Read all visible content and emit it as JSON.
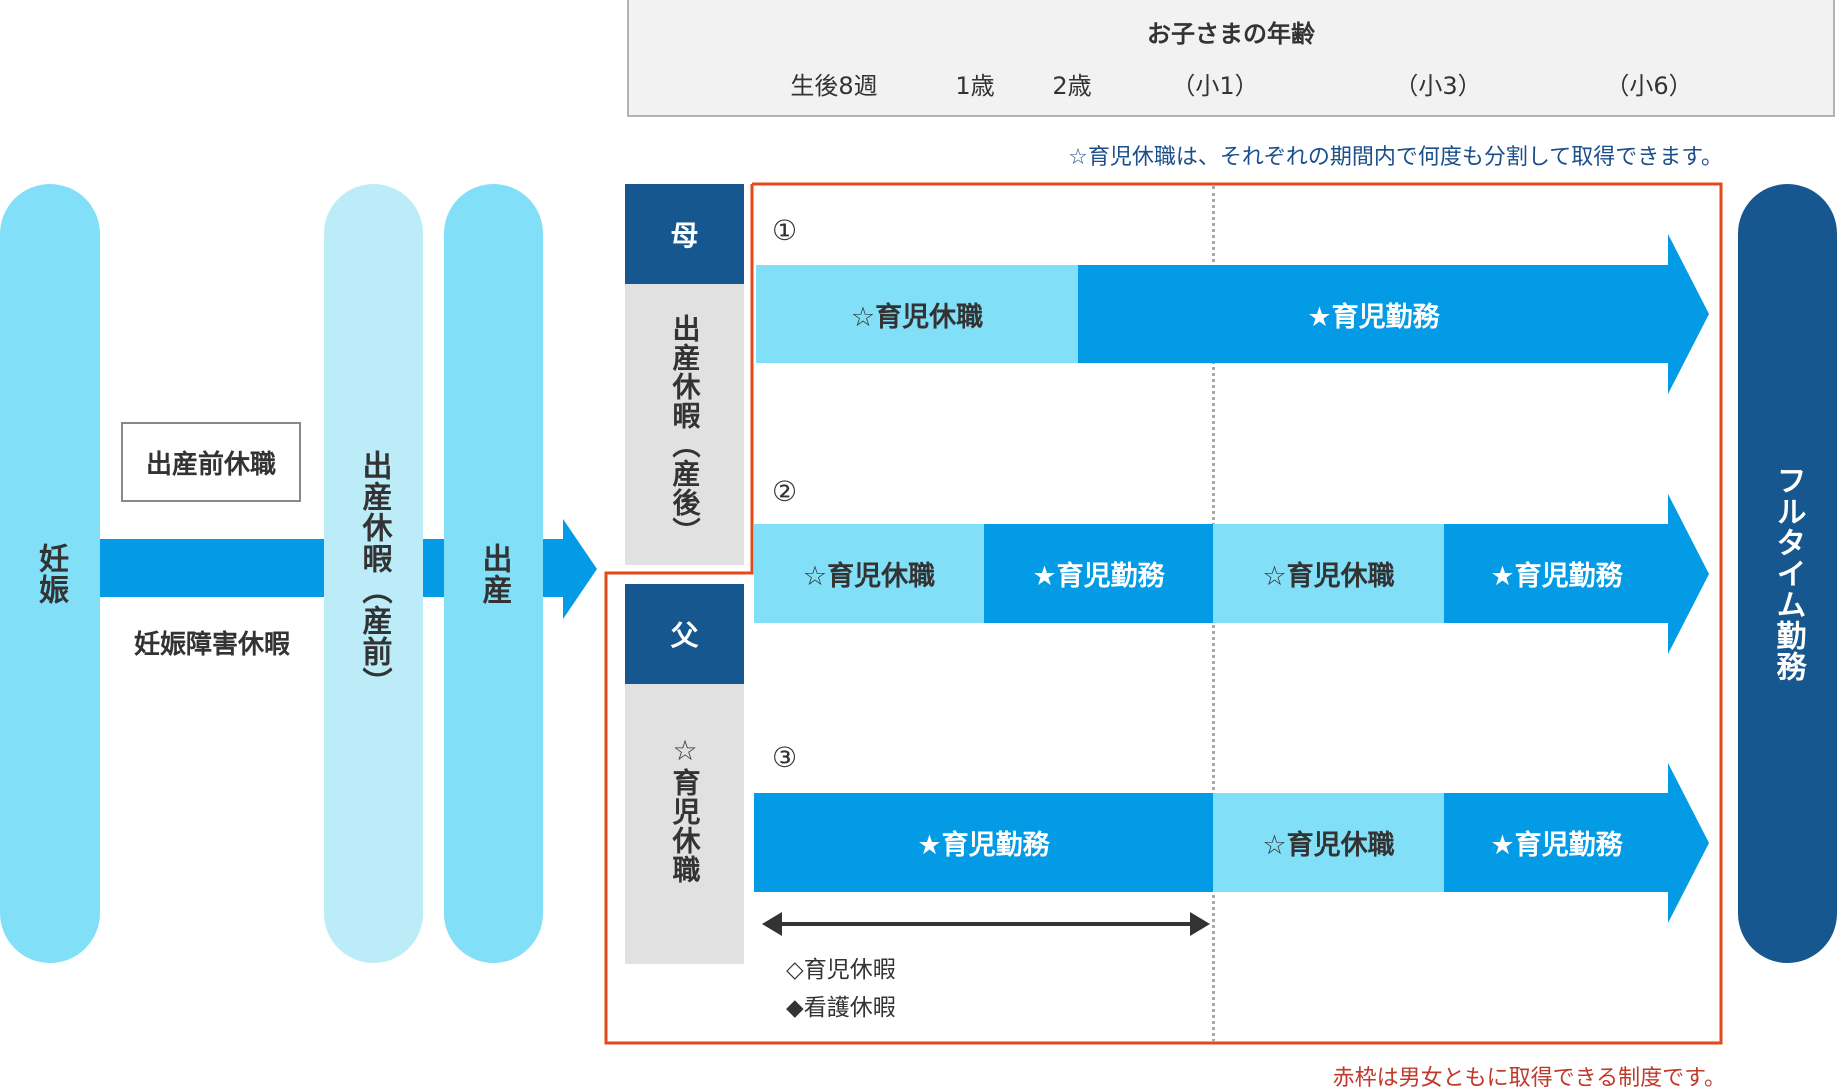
{
  "header": {
    "title": "お子さまの年齢",
    "ages": [
      "生後8週",
      "1歳",
      "2歳",
      "（小1）",
      "（小3）",
      "（小6）"
    ]
  },
  "notes": {
    "split_note": "☆育児休職は、それぞれの期間内で何度も分割して取得できます。",
    "red_frame_note": "赤枠は男女ともに取得できる制度です。"
  },
  "timeline": {
    "pregnancy": "妊娠",
    "prenatal_leave_box": "出産前休職",
    "pregnancy_disorder_leave": "妊娠障害休暇",
    "maternity_leave_pre": "出産休暇（産前）",
    "birth": "出産",
    "full_time": "フルタイム勤務"
  },
  "roles": {
    "mother": {
      "label": "母",
      "body": "出産休暇（産後）"
    },
    "father": {
      "label": "父",
      "body": "☆育児休職"
    }
  },
  "patterns": [
    {
      "number": "①",
      "segments": [
        {
          "type": "leave",
          "label": "☆育児休職"
        },
        {
          "type": "work",
          "label": "★育児勤務"
        }
      ]
    },
    {
      "number": "②",
      "segments": [
        {
          "type": "leave",
          "label": "☆育児休職"
        },
        {
          "type": "work",
          "label": "★育児勤務"
        },
        {
          "type": "leave",
          "label": "☆育児休職"
        },
        {
          "type": "work",
          "label": "★育児勤務"
        }
      ]
    },
    {
      "number": "③",
      "segments": [
        {
          "type": "work",
          "label": "★育児勤務"
        },
        {
          "type": "leave",
          "label": "☆育児休職"
        },
        {
          "type": "work",
          "label": "★育児勤務"
        }
      ]
    }
  ],
  "legend": {
    "childcare_leave": "◇育児休暇",
    "nursing_leave": "◆看護休暇"
  },
  "colors": {
    "leave": "#81dff8",
    "work": "#039be5",
    "navy": "#17578f",
    "red_frame": "#e24a1b"
  }
}
